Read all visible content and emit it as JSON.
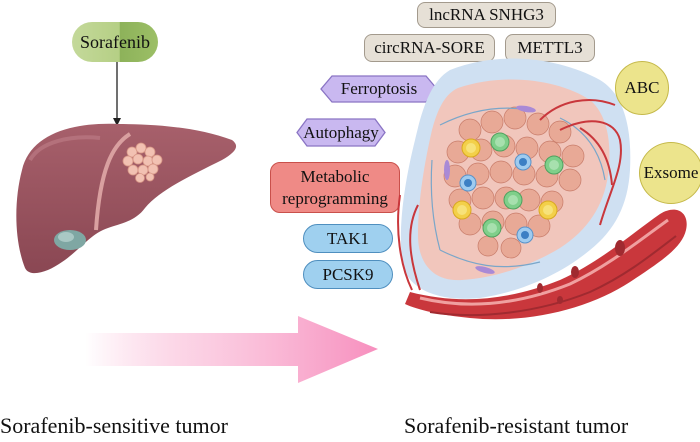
{
  "drug": {
    "label": "Sorafenib",
    "color": "#9fbf6b"
  },
  "left_panel": {
    "caption": "Sorafenib-sensitive tumor",
    "organ": "liver-with-tumor"
  },
  "right_panel": {
    "caption": "Sorafenib-resistant tumor",
    "organ": "resistant-tumor-with-blood-vessel"
  },
  "transition_arrow": {
    "direction": "right",
    "color": "#f79ac4"
  },
  "mechanisms": {
    "noncoding_rna": [
      {
        "label": "lncRNA SNHG3"
      },
      {
        "label": "circRNA-SORE"
      },
      {
        "label": "METTL3"
      }
    ],
    "cell_death": [
      {
        "label": "Ferroptosis"
      },
      {
        "label": "Autophagy"
      }
    ],
    "metabolic": {
      "line1": "Metabolic",
      "line2": "reprogramming"
    },
    "signaling": [
      {
        "label": "TAK1"
      },
      {
        "label": "PCSK9"
      }
    ],
    "transport": [
      {
        "label": "ABC"
      },
      {
        "label": "Exsome"
      }
    ]
  },
  "colors": {
    "gray_box": "#e6e0d6",
    "hexagon": "#c9b8f0",
    "metabolic_box": "#ef8a86",
    "blue_pill": "#9fd0ef",
    "yellow_circle": "#ece48c",
    "liver": "#9a5560",
    "vessel": "#c9373c"
  }
}
